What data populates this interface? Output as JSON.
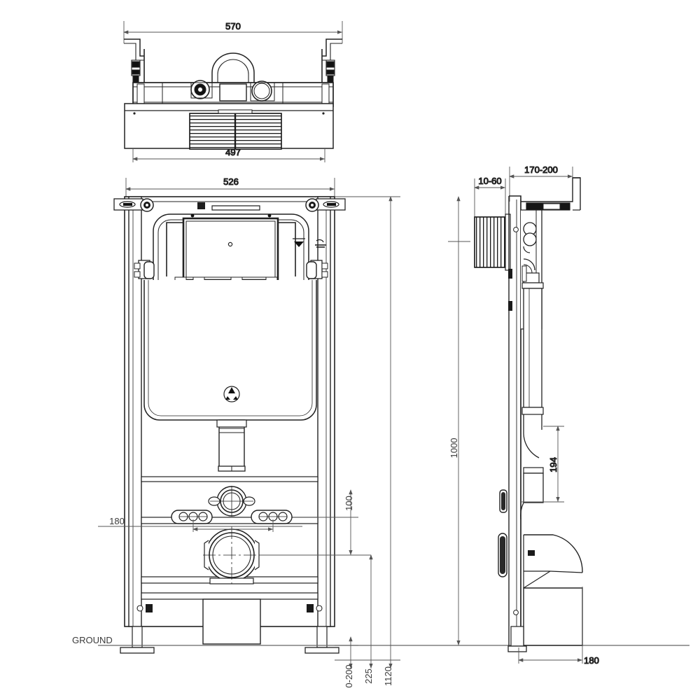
{
  "drawing": {
    "title": "Wall-hung WC concealed cistern support frame — technical drawing",
    "units": "mm",
    "line_color": "#222222",
    "dim_color": "#555555",
    "thin_color": "#777777"
  },
  "views": {
    "top": {
      "name": "top-view",
      "label": ""
    },
    "front": {
      "name": "front-view",
      "label": ""
    },
    "side": {
      "name": "side-view",
      "label": ""
    }
  },
  "dimensions": {
    "top_width_outer": "570",
    "top_width_inner": "497",
    "front_width": "526",
    "height_total": "1000",
    "height_overall": "1120",
    "outlet_height": "225",
    "foot_adjust": "0-200",
    "water_inlet_offset": "100",
    "inlet_spacing": "180",
    "wall_offset_range": "170-200",
    "panel_gap_range": "10-60",
    "pipe_drop": "194",
    "side_depth": "180",
    "ground_label": "GROUND"
  }
}
